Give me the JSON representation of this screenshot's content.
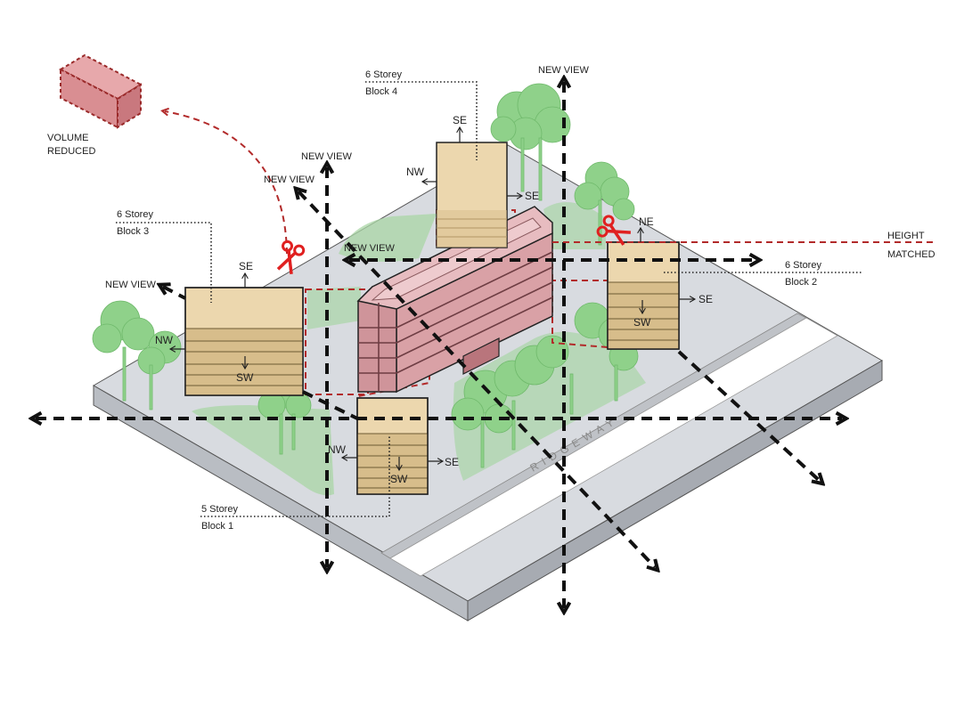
{
  "diagram": {
    "title": "Isometric site massing diagram",
    "colors": {
      "ground": "#d8dbe0",
      "ground_side": "#b9bdc3",
      "ground_front": "#a7abb2",
      "landscape": "#a9d6a6",
      "tree": "#8fd18a",
      "tree_dark": "#5fb25c",
      "block": "#ecd7ae",
      "block_stripe": "#d7bd8b",
      "tower": "#d9a1a6",
      "tower_dark": "#c08188",
      "accent_red": "#b22a2a",
      "scissors": "#e02020",
      "view_arrow": "#111111",
      "road": "#ffffff"
    },
    "legend": {
      "volume_reduced": [
        "VOLUME",
        "REDUCED"
      ],
      "height_matched": [
        "HEIGHT",
        "MATCHED"
      ]
    },
    "road_name": "RIDGEWAY",
    "view_labels": {
      "top_center": "NEW VIEW",
      "upper_left_vertical": "NEW VIEW",
      "upper_left_diagonal": "NEW VIEW",
      "center_left": "NEW VIEW",
      "left": "NEW VIEW"
    },
    "blocks": [
      {
        "id": "block-1",
        "storey": "5 Storey",
        "name": "Block 1",
        "directions": {
          "nw": "NW",
          "se": "SE",
          "sw": "SW"
        }
      },
      {
        "id": "block-2",
        "storey": "6 Storey",
        "name": "Block 2",
        "directions": {
          "ne": "NE",
          "se": "SE",
          "sw": "SW"
        }
      },
      {
        "id": "block-3",
        "storey": "6 Storey",
        "name": "Block 3",
        "directions": {
          "se": "SE",
          "nw": "NW",
          "sw": "SW"
        }
      },
      {
        "id": "block-4",
        "storey": "6 Storey",
        "name": "Block 4",
        "directions": {
          "se_top": "SE",
          "nw": "NW",
          "se": "SE"
        }
      }
    ]
  }
}
